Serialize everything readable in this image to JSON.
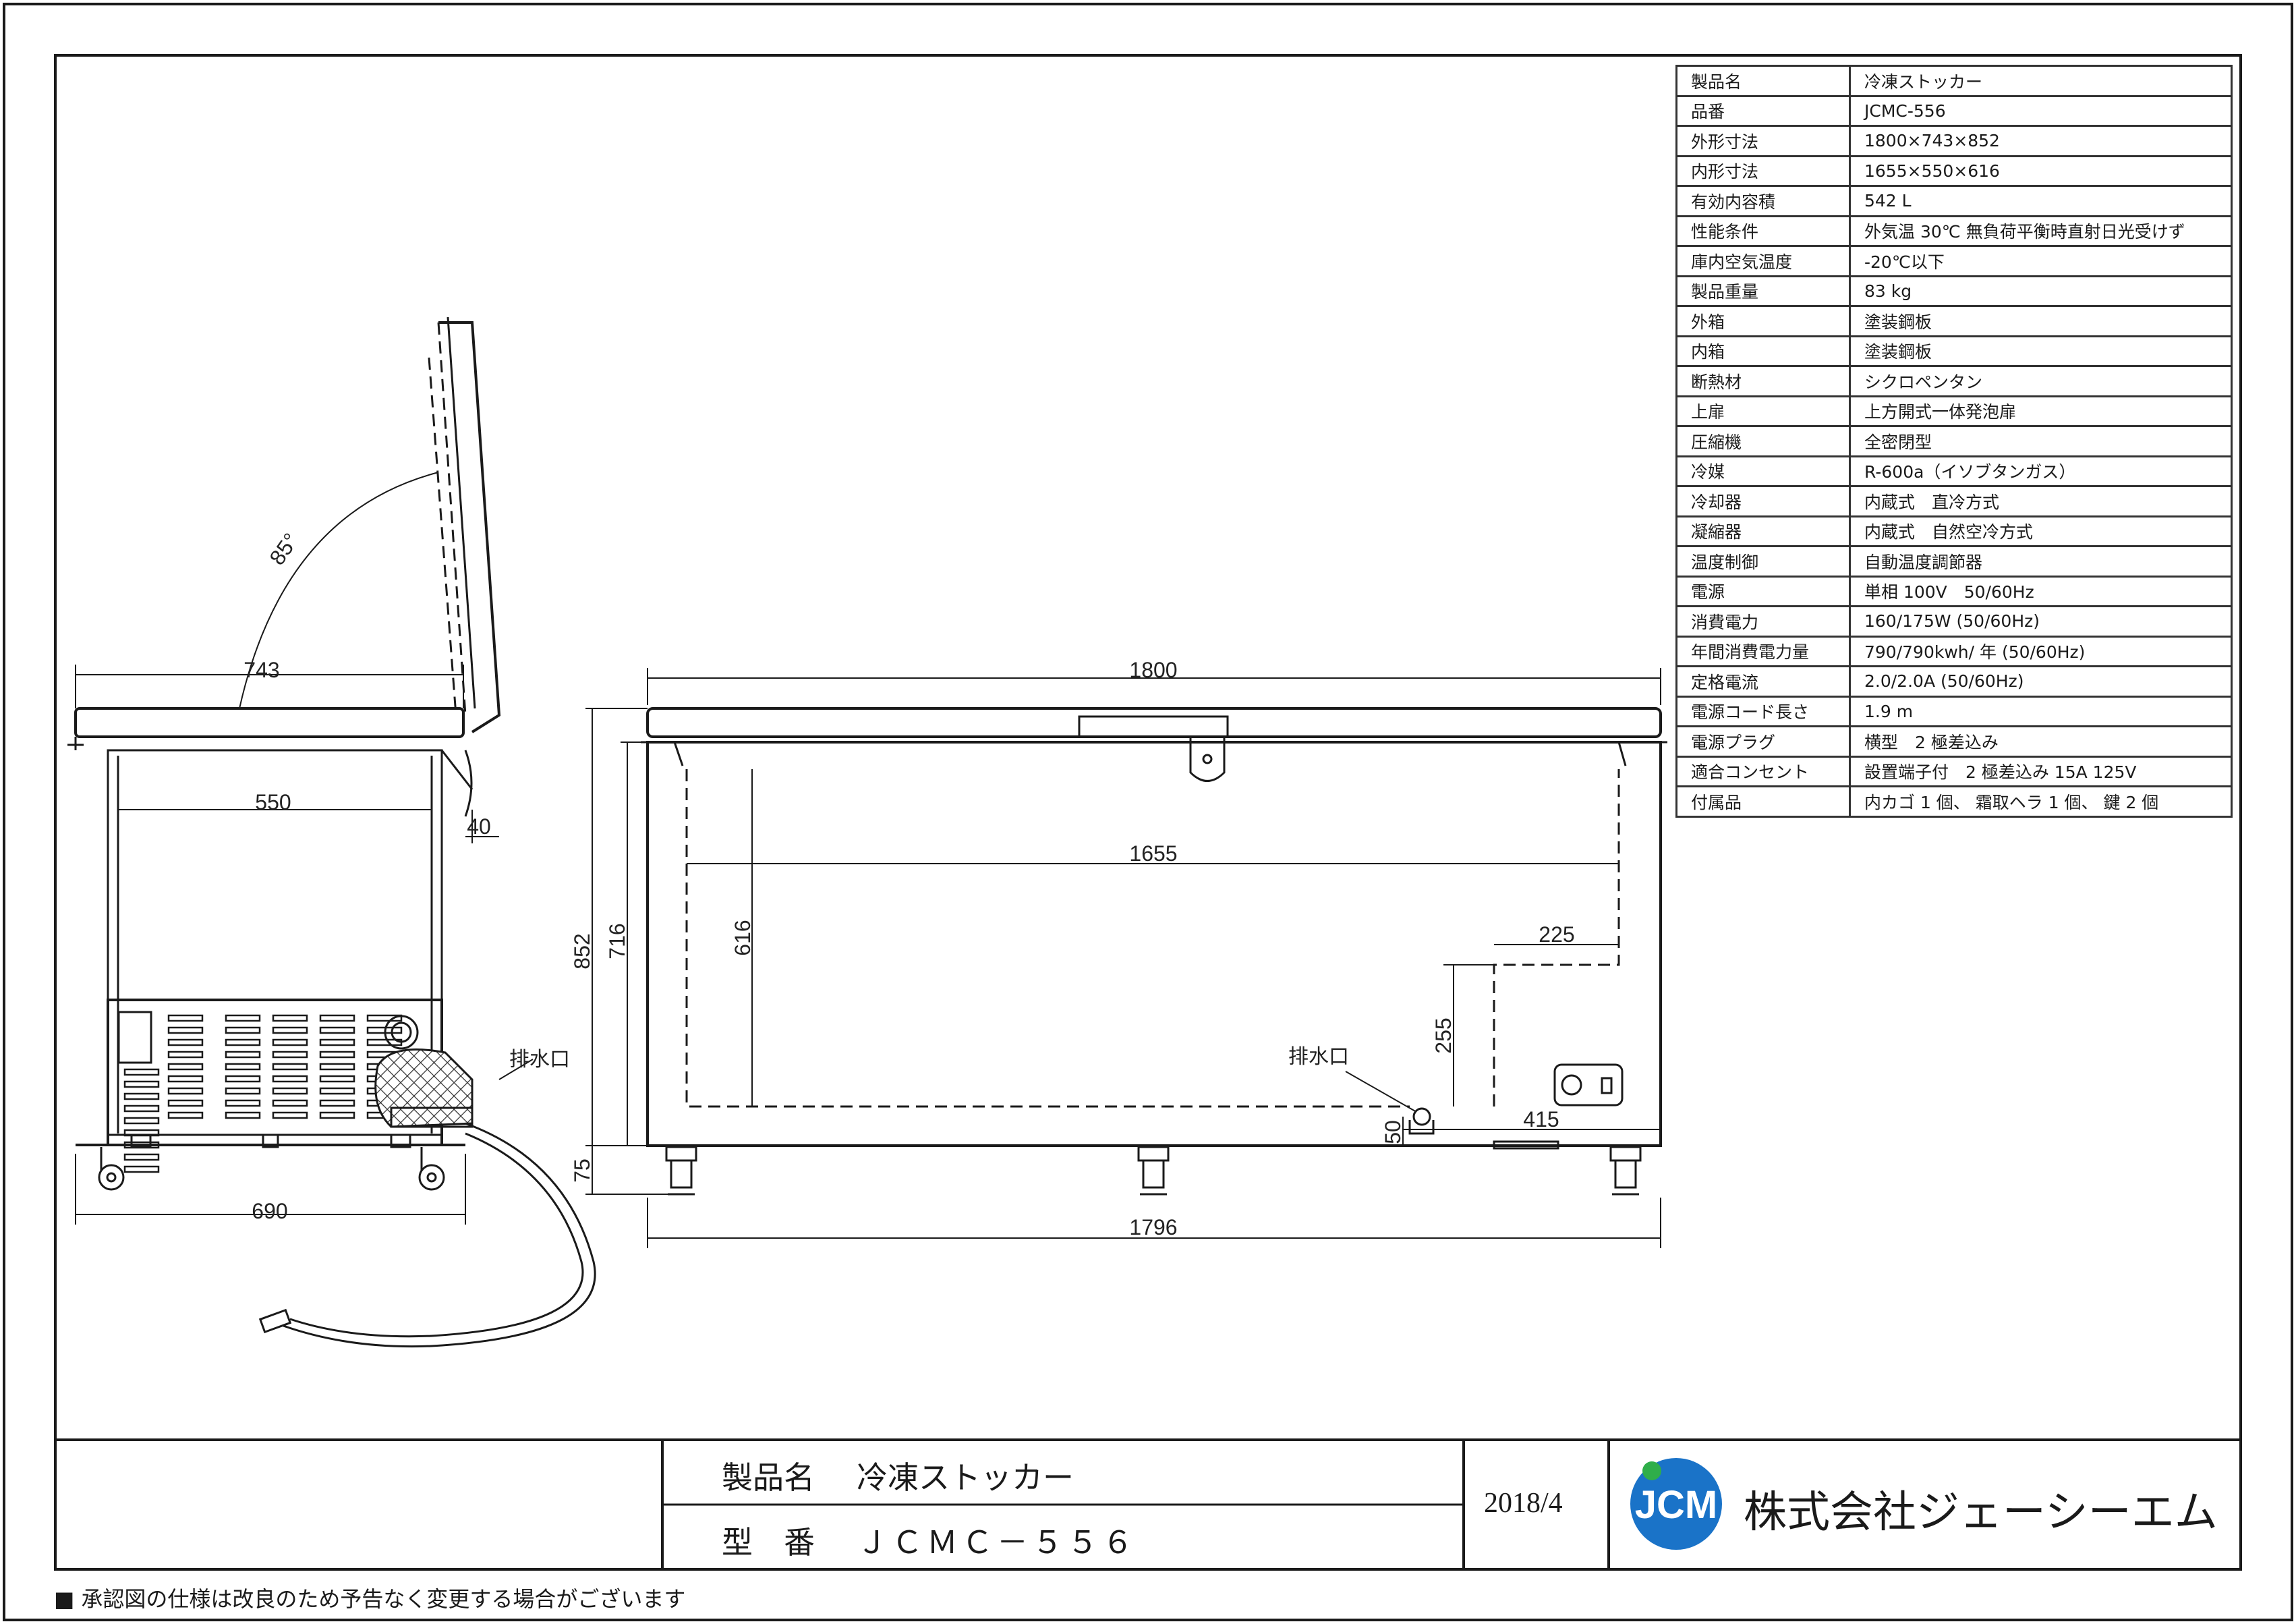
{
  "drawing": {
    "side": {
      "dim_overall_width": "743",
      "dim_inner_width": "550",
      "dim_lid_gap": "40",
      "dim_base_width": "690",
      "dim_lid_angle": "85°",
      "label_drain": "排水口"
    },
    "front": {
      "dim_overall_width": "1800",
      "dim_inner_width": "1655",
      "dim_step_width": "225",
      "dim_inner_depth": "616",
      "dim_height_716": "716",
      "dim_height_852": "852",
      "dim_step_height": "255",
      "dim_drain_height": "50",
      "dim_base_75": "75",
      "dim_415": "415",
      "dim_base_width": "1796",
      "label_drain": "排水口"
    }
  },
  "spec_table": [
    {
      "key": "製品名",
      "value": "冷凍ストッカー"
    },
    {
      "key": "品番",
      "value": "JCMC-556"
    },
    {
      "key": "外形寸法",
      "value": "1800×743×852"
    },
    {
      "key": "内形寸法",
      "value": "1655×550×616"
    },
    {
      "key": "有効内容積",
      "value": "542 L"
    },
    {
      "key": "性能条件",
      "value": "外気温 30℃ 無負荷平衡時直射日光受けず"
    },
    {
      "key": "庫内空気温度",
      "value": "-20℃以下"
    },
    {
      "key": "製品重量",
      "value": "83 kg"
    },
    {
      "key": "外箱",
      "value": "塗装鋼板"
    },
    {
      "key": "内箱",
      "value": "塗装鋼板"
    },
    {
      "key": "断熱材",
      "value": "シクロペンタン"
    },
    {
      "key": "上扉",
      "value": "上方開式一体発泡扉"
    },
    {
      "key": "圧縮機",
      "value": "全密閉型"
    },
    {
      "key": "冷媒",
      "value": "R-600a（イソブタンガス）"
    },
    {
      "key": "冷却器",
      "value": "内蔵式　直冷方式"
    },
    {
      "key": "凝縮器",
      "value": "内蔵式　自然空冷方式"
    },
    {
      "key": "温度制御",
      "value": "自動温度調節器"
    },
    {
      "key": "電源",
      "value": "単相 100V　50/60Hz"
    },
    {
      "key": "消費電力",
      "value": "160/175W (50/60Hz)"
    },
    {
      "key": "年間消費電力量",
      "value": "790/790kwh/ 年 (50/60Hz)"
    },
    {
      "key": "定格電流",
      "value": "2.0/2.0A (50/60Hz)"
    },
    {
      "key": "電源コード長さ",
      "value": "1.9 m"
    },
    {
      "key": "電源プラグ",
      "value": "横型　2 極差込み"
    },
    {
      "key": "適合コンセント",
      "value": "設置端子付　2 極差込み 15A 125V"
    },
    {
      "key": "付属品",
      "value": "内カゴ 1 個、 霜取ヘラ 1 個、 鍵 2 個"
    }
  ],
  "title_block": {
    "product_label": "製品名",
    "product_value": "冷凍ストッカー",
    "model_label": "型　番",
    "model_value": "ＪＣＭＣ－５５６",
    "date": "2018/4",
    "logo_text": "JCM",
    "company": "株式会社ジェーシーエム"
  },
  "footnote": "■ 承認図の仕様は改良のため予告なく変更する場合がございます",
  "colors": {
    "line": "#1a1a1a",
    "logo_blue": "#1a73c8",
    "logo_green": "#2fae4a"
  }
}
